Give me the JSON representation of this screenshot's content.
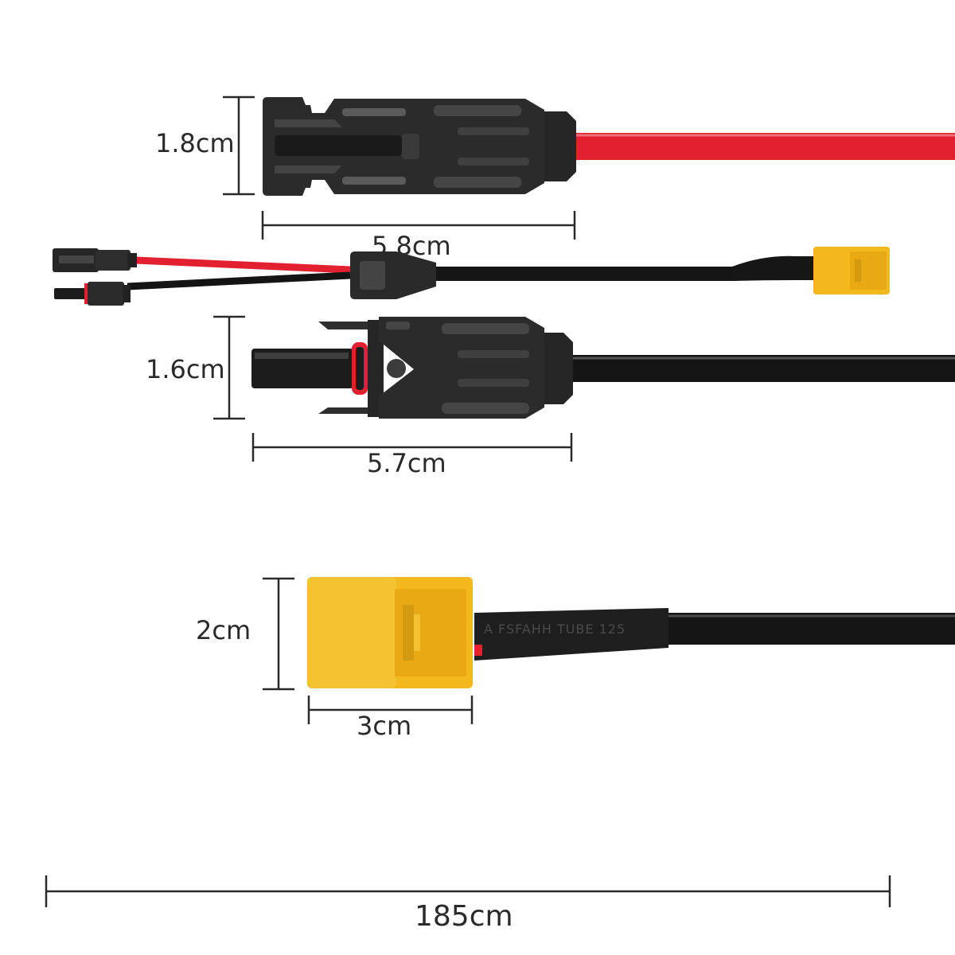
{
  "colors": {
    "red_wire": "#e2202f",
    "black_wire": "#141414",
    "connector_body": "#2b2b2b",
    "xt60_yellow": "#f2b81e",
    "dimension_line": "#2a2a2a",
    "background": "#ffffff"
  },
  "dimensions": {
    "female_connector_height": "1.8cm",
    "female_connector_length": "5.8cm",
    "male_connector_height": "1.6cm",
    "male_connector_length": "5.7cm",
    "xt60_height": "2cm",
    "xt60_length": "3cm",
    "total_length": "185cm"
  },
  "labels": {
    "heat_shrink_text": "A  FSFAHH  TUBE  125"
  }
}
